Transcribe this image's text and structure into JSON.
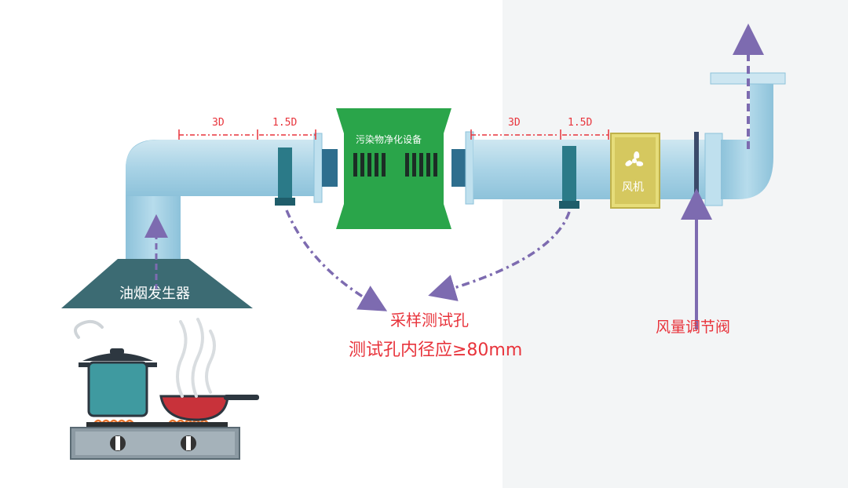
{
  "labels": {
    "hood": "油烟发生器",
    "purifier": "污染物净化设备",
    "fan": "风机",
    "sampling_line1": "采样测试孔",
    "sampling_line2": "测试孔内径应≥80mm",
    "valve": "风量调节阀"
  },
  "dimensions": {
    "upstream_3d": "3D",
    "upstream_15d": "1.5D",
    "downstream_3d": "3D",
    "downstream_15d": "1.5D"
  },
  "colors": {
    "duct": "#a9d3e6",
    "duct_dark": "#7fb6cf",
    "purifier": "#2aa54a",
    "hood": "#3c6b73",
    "fan_box": "#d5c85f",
    "arrow": "#7d6bb0",
    "red_text": "#e8343c",
    "pot": "#3f9aa0",
    "pan": "#c8323a",
    "stove": "#8c9aa3"
  },
  "icons": {
    "fan": "fan-icon",
    "steam": "steam-icon"
  }
}
